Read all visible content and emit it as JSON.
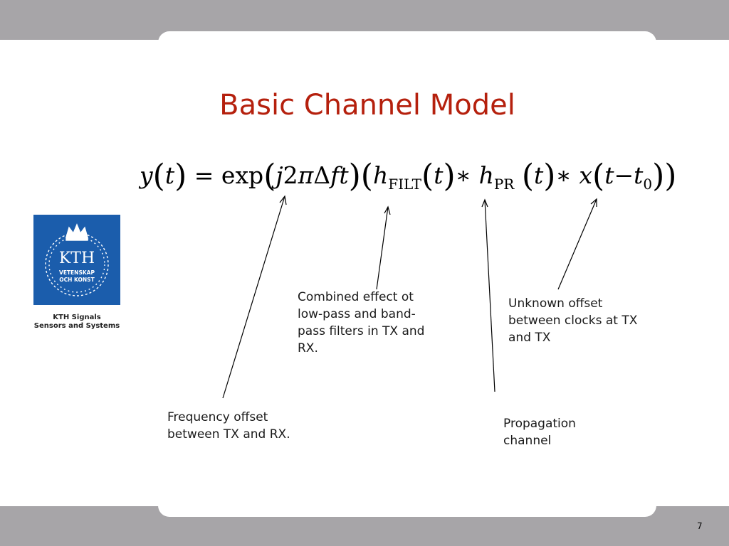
{
  "slide": {
    "title": "Basic Channel Model",
    "page_number": "7"
  },
  "equation": {
    "lhs_y": "y",
    "lhs_t": "t",
    "equals": "=",
    "exp": "exp",
    "j": "j",
    "two": "2",
    "pi": "π",
    "delta": "Δ",
    "f": "f",
    "t": "t",
    "h": "h",
    "sub_filt": "FILT",
    "sub_pr": "PR",
    "conv": "∗",
    "x": "x",
    "minus": "−",
    "t0_sub": "0"
  },
  "annotations": {
    "frequency_offset": [
      "Frequency offset",
      "between TX and RX."
    ],
    "combined_effect": [
      "Combined effect ot",
      "low-pass and band-",
      "pass filters in TX and",
      "RX."
    ],
    "propagation": [
      "Propagation",
      "channel"
    ],
    "unknown_offset": [
      "Unknown offset",
      "between clocks at TX",
      "and TX"
    ]
  },
  "logo": {
    "emblem_top": "KTH",
    "emblem_line1": "VETENSKAP",
    "emblem_line2": "OCH KONST",
    "caption_line1": "KTH Signals",
    "caption_line2": "Sensors and Systems"
  },
  "colors": {
    "title": "#b5200d",
    "band": "#a7a5a8",
    "logo_blue": "#1b5dac"
  }
}
